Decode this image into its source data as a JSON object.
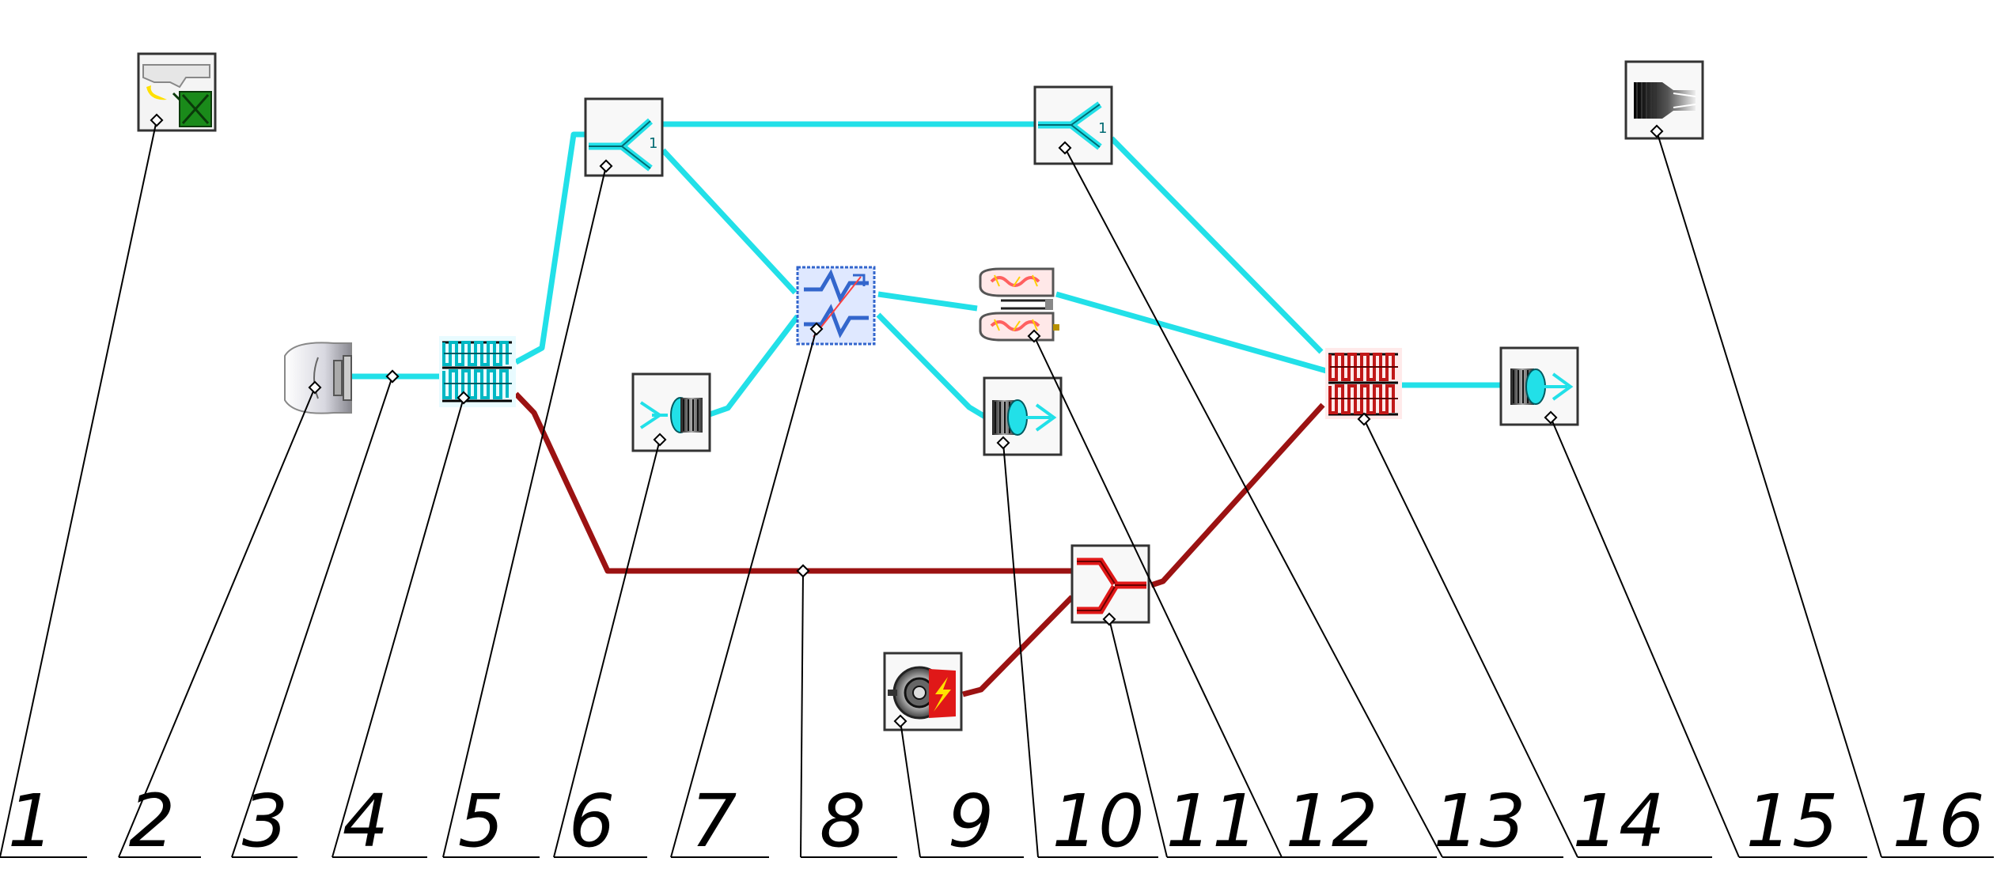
{
  "colors": {
    "cold_stream": "#22e0e8",
    "hot_stream": "#9b1212",
    "leader_line": "#000000",
    "component_frame": "#333333",
    "heat_exchanger_cold": "#00b8c4",
    "heat_exchanger_hot": "#c01818",
    "recuperator_blue": "#3366cc",
    "burner_red": "#e01818",
    "flame_yellow": "#ffe000",
    "fuel_green": "#1a8a1a"
  },
  "components": [
    {
      "id": "c1",
      "label": "1",
      "icon": "fuel-supply-icon"
    },
    {
      "id": "c2",
      "label": "2",
      "icon": "air-intake-icon"
    },
    {
      "id": "c3",
      "label": "3",
      "icon": "stream-node-icon"
    },
    {
      "id": "c4",
      "label": "4",
      "icon": "heat-exchanger-cold-icon"
    },
    {
      "id": "c5",
      "label": "5",
      "icon": "flow-splitter-icon"
    },
    {
      "id": "c6",
      "label": "6",
      "icon": "inlet-nozzle-icon"
    },
    {
      "id": "c7",
      "label": "7",
      "icon": "recuperator-icon"
    },
    {
      "id": "c8",
      "label": "8",
      "icon": "hot-stream-node-icon"
    },
    {
      "id": "c9",
      "label": "9",
      "icon": "burner-icon"
    },
    {
      "id": "c10",
      "label": "10",
      "icon": "outlet-nozzle-icon"
    },
    {
      "id": "c11",
      "label": "11",
      "icon": "hot-mixer-icon"
    },
    {
      "id": "c12",
      "label": "12",
      "icon": "combustion-chamber-icon"
    },
    {
      "id": "c13",
      "label": "13",
      "icon": "flow-splitter-icon"
    },
    {
      "id": "c14",
      "label": "14",
      "icon": "heat-exchanger-hot-icon"
    },
    {
      "id": "c15",
      "label": "15",
      "icon": "exhaust-nozzle-icon"
    },
    {
      "id": "c16",
      "label": "16",
      "icon": "turbine-icon"
    }
  ]
}
